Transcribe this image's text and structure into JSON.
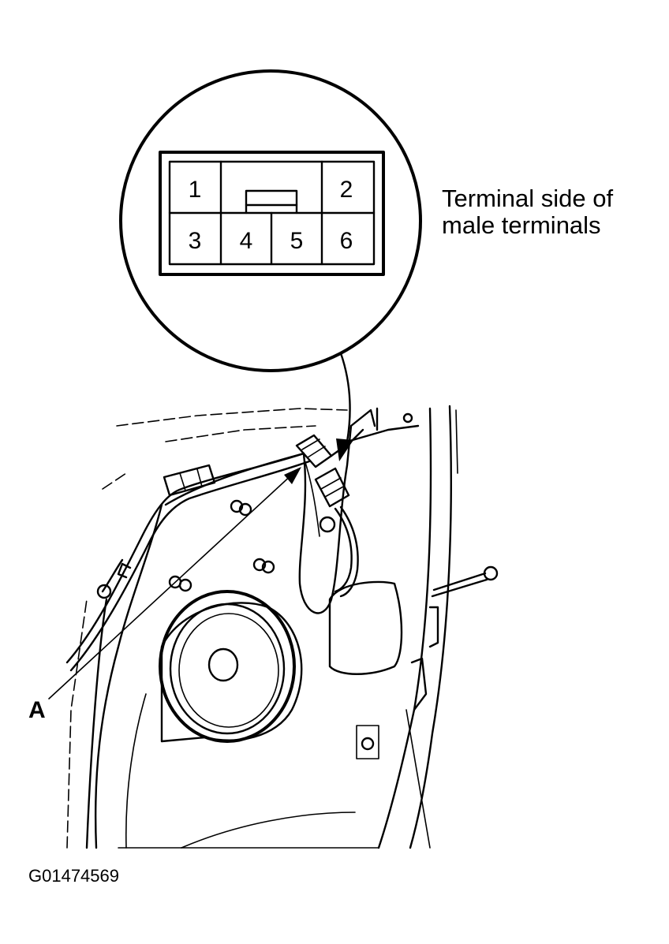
{
  "callout": {
    "line1": "Terminal side of",
    "line2": "male terminals"
  },
  "terminals": [
    "1",
    "2",
    "3",
    "4",
    "5",
    "6"
  ],
  "part_label": "A",
  "figure_id": "G01474569"
}
